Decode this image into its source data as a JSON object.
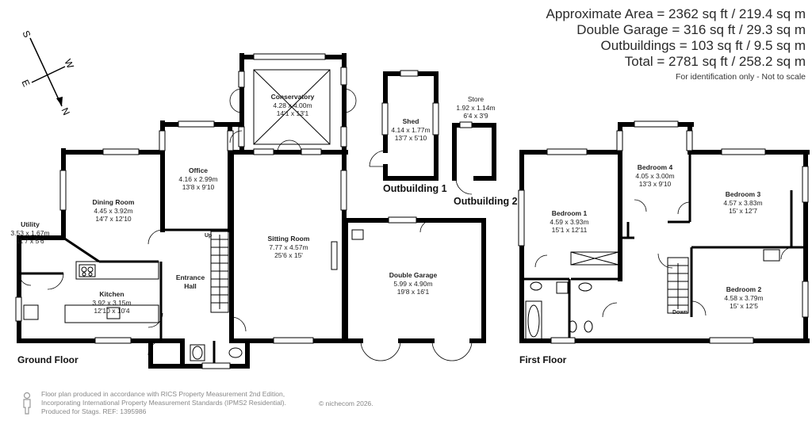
{
  "areas": {
    "approximate": "Approximate Area = 2362 sq ft / 219.4 sq m",
    "garage": "Double Garage = 316 sq ft / 29.3 sq m",
    "outbuildings": "Outbuildings = 103 sq ft / 9.5 sq m",
    "total": "Total = 2781 sq ft / 258.2 sq m",
    "note": "For identification only - Not to scale"
  },
  "compass": {
    "n": "N",
    "s": "S",
    "e": "E",
    "w": "W"
  },
  "floors": {
    "ground": "Ground Floor",
    "first": "First Floor"
  },
  "outbuildings": {
    "one": "Outbuilding 1",
    "two": "Outbuilding 2"
  },
  "stairs": {
    "up": "Up",
    "down": "Down"
  },
  "rooms": {
    "utility": {
      "name": "Utility",
      "metric": "3.53 x 1.67m",
      "imperial": "11'7 x 5'6"
    },
    "dining": {
      "name": "Dining Room",
      "metric": "4.45 x 3.92m",
      "imperial": "14'7 x 12'10"
    },
    "office": {
      "name": "Office",
      "metric": "4.16 x 2.99m",
      "imperial": "13'8 x 9'10"
    },
    "conservatory": {
      "name": "Conservatory",
      "metric": "4.28 x 4.00m",
      "imperial": "14'1 x 13'1"
    },
    "sitting": {
      "name": "Sitting Room",
      "metric": "7.77 x 4.57m",
      "imperial": "25'6 x 15'"
    },
    "kitchen": {
      "name": "Kitchen",
      "metric": "3.92 x 3.15m",
      "imperial": "12'10 x 10'4"
    },
    "entrance": {
      "name": "Entrance",
      "name2": "Hall"
    },
    "garage": {
      "name": "Double Garage",
      "metric": "5.99 x 4.90m",
      "imperial": "19'8 x 16'1"
    },
    "shed": {
      "name": "Shed",
      "metric": "4.14 x 1.77m",
      "imperial": "13'7 x 5'10"
    },
    "store": {
      "name": "Store",
      "metric": "1.92 x 1.14m",
      "imperial": "6'4 x 3'9"
    },
    "bed1": {
      "name": "Bedroom 1",
      "metric": "4.59 x 3.93m",
      "imperial": "15'1 x 12'11"
    },
    "bed4": {
      "name": "Bedroom 4",
      "metric": "4.05 x 3.00m",
      "imperial": "13'3 x 9'10"
    },
    "bed3": {
      "name": "Bedroom 3",
      "metric": "4.57 x 3.83m",
      "imperial": "15' x 12'7"
    },
    "bed2": {
      "name": "Bedroom 2",
      "metric": "4.58 x 3.79m",
      "imperial": "15' x 12'5"
    }
  },
  "footer": {
    "line1": "Floor plan produced in accordance with RICS Property Measurement 2nd Edition,",
    "line2": "Incorporating International Property Measurement Standards (IPMS2 Residential).",
    "line3": "Produced for Stags.   REF: 1395986",
    "copyright": "© nichecom 2026."
  }
}
